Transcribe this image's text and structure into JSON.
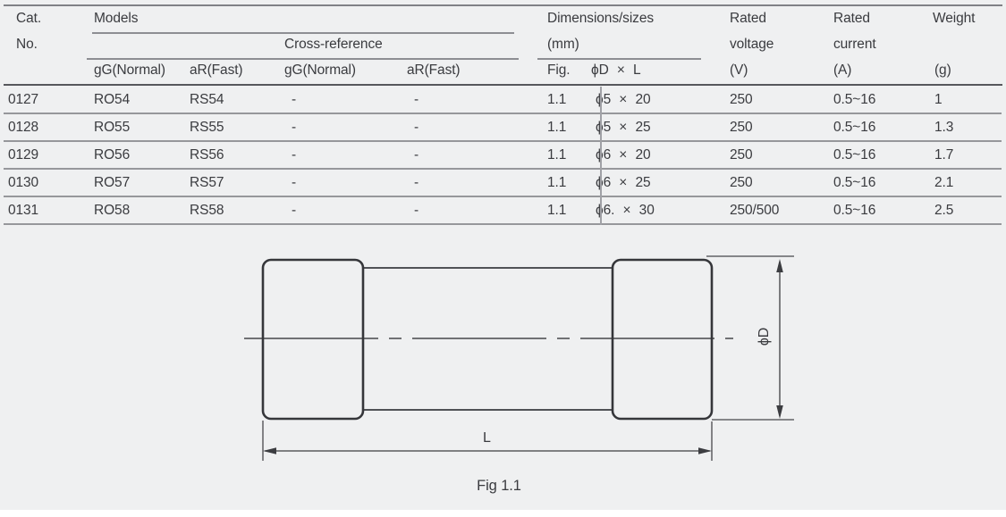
{
  "page": {
    "background": "#eff0f1",
    "text_color": "#3a3b3f",
    "rule_color": "#96979b"
  },
  "table": {
    "header": {
      "cat": "Cat.",
      "no": "No.",
      "models": "Models",
      "cross_reference": "Cross-reference",
      "dimensions_sizes": "Dimensions/sizes",
      "mm": "(mm)",
      "rated_voltage_line1": "Rated",
      "rated_voltage_line2": "voltage",
      "rated_voltage_unit": "(V)",
      "rated_current_line1": "Rated",
      "rated_current_line2": "current",
      "rated_current_unit": "(A)",
      "weight": "Weight",
      "weight_unit": "(g)",
      "gg_normal_models": "gG(Normal)",
      "ar_fast_models": "aR(Fast)",
      "gg_normal_xref": "gG(Normal)",
      "ar_fast_xref": "aR(Fast)",
      "fig": "Fig.",
      "d_x_l": "ϕD × L"
    },
    "rows": [
      {
        "cat_no": "0127",
        "gg_model": "RO54",
        "ar_model": "RS54",
        "gg_xref": "-",
        "ar_xref": "-",
        "fig": "1.1",
        "d_x_l": "ϕ5 × 20",
        "voltage": "250",
        "current": "0.5~16",
        "weight": "1"
      },
      {
        "cat_no": "0128",
        "gg_model": "RO55",
        "ar_model": "RS55",
        "gg_xref": "-",
        "ar_xref": "-",
        "fig": "1.1",
        "d_x_l": "ϕ5 × 25",
        "voltage": "250",
        "current": "0.5~16",
        "weight": "1.3"
      },
      {
        "cat_no": "0129",
        "gg_model": "RO56",
        "ar_model": "RS56",
        "gg_xref": "-",
        "ar_xref": "-",
        "fig": "1.1",
        "d_x_l": "ϕ6 × 20",
        "voltage": "250",
        "current": "0.5~16",
        "weight": "1.7"
      },
      {
        "cat_no": "0130",
        "gg_model": "RO57",
        "ar_model": "RS57",
        "gg_xref": "-",
        "ar_xref": "-",
        "fig": "1.1",
        "d_x_l": "ϕ6 × 25",
        "voltage": "250",
        "current": "0.5~16",
        "weight": "2.1"
      },
      {
        "cat_no": "0131",
        "gg_model": "RO58",
        "ar_model": "RS58",
        "gg_xref": "-",
        "ar_xref": "-",
        "fig": "1.1",
        "d_x_l": "ϕ6. × 30",
        "voltage": "250/500",
        "current": "0.5~16",
        "weight": "2.5"
      }
    ]
  },
  "diagram": {
    "labels": {
      "diameter": "ϕD",
      "length": "L",
      "caption": "Fig 1.1"
    }
  }
}
